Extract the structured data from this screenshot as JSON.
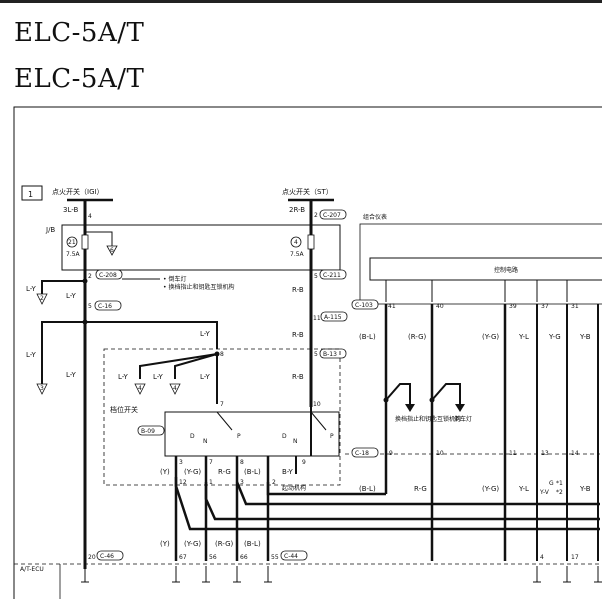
{
  "page": {
    "title": "ELC-5A/T",
    "subtitle": "ELC-5A/T"
  },
  "diagram": {
    "section_number": "1",
    "ig_switch_label": "点火开关（IGI）",
    "st_switch_label": "点火开关（ST）",
    "wire_3lb": "3L-B",
    "wire_2rb": "2R-B",
    "pin_4": "4",
    "pin_2": "2",
    "conn_c207": "C-207",
    "jb_label": "J/B",
    "fuse_21": "21",
    "fuse_4": "4",
    "fuse_7_5a_left": "7.5A",
    "fuse_7_5a_right": "7.5A",
    "g6_left": "6",
    "pin_2_left": "2",
    "conn_c208": "C-208",
    "note1": "• 倒车灯",
    "note2": "• 换档指止和钥匙互锁机构",
    "pin_5_right": "5",
    "conn_c211": "C-211",
    "wire_rb_1": "R-B",
    "pin_11": "11",
    "conn_a115": "A-115",
    "wire_rb_2": "R-B",
    "pin_5_b13": "5",
    "conn_b13": "B-13",
    "wire_rb_3": "R-B",
    "wire_ly_left1": "L-Y",
    "wire_ly_left2": "L-Y",
    "g2": "2",
    "pin_5_c16": "5",
    "conn_c16_left": "C-16",
    "wire_ly_left3": "L-Y",
    "g3": "3",
    "wire_ly_main": "L-Y",
    "wire_ly_b": "L-Y",
    "pin_8": "8",
    "wire_ly_c": "L-Y",
    "wire_ly_d": "L-Y",
    "wire_ly_e": "L-Y",
    "g4a": "4",
    "g4b": "4",
    "range_switch_label": "档位开关",
    "pin_7": "7",
    "pin_10": "10",
    "conn_b09": "B-09",
    "sw_d1": "D",
    "sw_n1": "N",
    "sw_p1": "P",
    "sw_d2": "D",
    "sw_n2": "N",
    "sw_p2": "P",
    "p3": "3",
    "p7": "7",
    "p8": "8",
    "p9": "9",
    "w_y": "(Y)",
    "w_yg": "(Y-G)",
    "w_rg": "R-G",
    "w_bl": "(B-L)",
    "w_by": "B-Y",
    "p12": "12",
    "p1": "1",
    "p3b": "3",
    "p2": "2",
    "start_mech": "起动机构",
    "combo_meter": "组合仪表",
    "control_circuit": "控制电路",
    "conn_c103": "C-103",
    "pin_41": "41",
    "pin_40": "40",
    "pin_39": "39",
    "pin_37": "37",
    "pin_31": "31",
    "m_bl": "(B-L)",
    "m_rg": "(R-G)",
    "m_yg": "(Y-G)",
    "m_yl": "Y-L",
    "m_yg2": "Y-G",
    "m_yb": "Y-B",
    "note_shift": "换档指止和钥匙互锁机构",
    "note_reverse": "倒车灯",
    "conn_c18": "C-18",
    "pin_9_c18": "9",
    "pin_10_c18": "10",
    "pin_11_c18": "11",
    "pin_13_c18": "13",
    "pin_14_c18": "14",
    "l_bl": "(B-L)",
    "l_rg": "R-G",
    "l_yg": "(Y-G)",
    "l_yl": "Y-L",
    "l_yb": "Y-B",
    "l_g": "G",
    "l_y_v": "Y-V",
    "l_star1": "*1",
    "l_star2": "*2",
    "b_y": "(Y)",
    "b_yg": "(Y-G)",
    "b_rg": "(R-G)",
    "b_bl": "(B-L)",
    "ecu_pin_20": "20",
    "conn_c46": "C-46",
    "ecu_pin_67": "67",
    "ecu_pin_56": "56",
    "ecu_pin_66": "66",
    "ecu_pin_55": "55",
    "conn_c44": "C-44",
    "ecu_pin_4": "4",
    "ecu_pin_17": "17",
    "ecu_label": "A/T-ECU"
  }
}
